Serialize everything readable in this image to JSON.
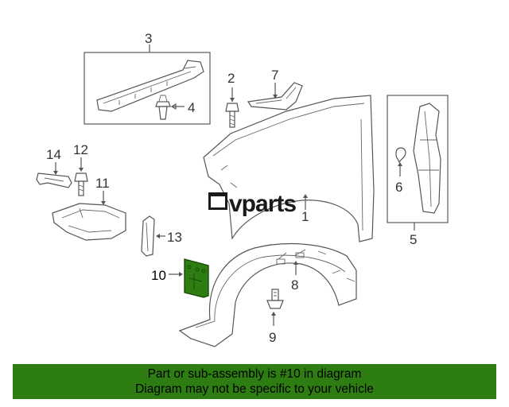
{
  "callouts": [
    {
      "id": "1",
      "label": "1"
    },
    {
      "id": "2",
      "label": "2"
    },
    {
      "id": "3",
      "label": "3"
    },
    {
      "id": "4",
      "label": "4"
    },
    {
      "id": "5",
      "label": "5"
    },
    {
      "id": "6",
      "label": "6"
    },
    {
      "id": "7",
      "label": "7"
    },
    {
      "id": "8",
      "label": "8"
    },
    {
      "id": "9",
      "label": "9"
    },
    {
      "id": "10",
      "label": "10"
    },
    {
      "id": "11",
      "label": "11"
    },
    {
      "id": "12",
      "label": "12"
    },
    {
      "id": "13",
      "label": "13"
    },
    {
      "id": "14",
      "label": "14"
    }
  ],
  "highlighted_part": "10",
  "highlight_color": "#2e7d12",
  "banner": {
    "line1": "Part or sub-assembly is #10 in diagram",
    "line2": "Diagram may not be specific to your vehicle",
    "color": "#2e7d12"
  },
  "watermark": {
    "text": "vparts"
  }
}
